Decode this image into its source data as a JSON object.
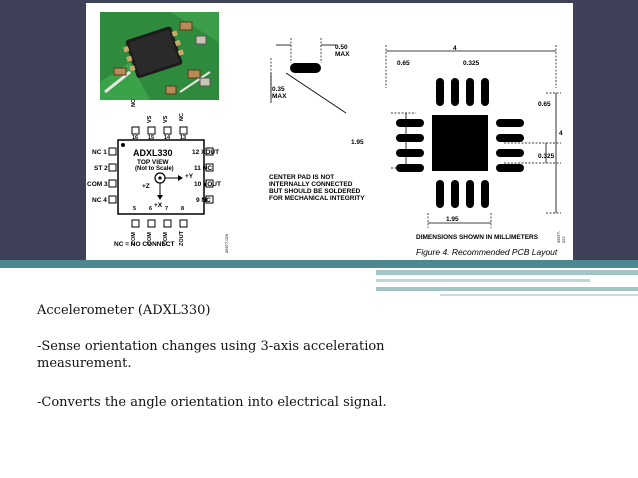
{
  "slide": {
    "title_line": "Accelerometer (ADXL330)",
    "bullet1": "-Sense orientation changes using 3-axis acceleration measurement.",
    "bullet2": "-Converts the angle orientation into electrical signal."
  },
  "figure": {
    "caption": "Figure 4. Recommended PCB Layout",
    "dimensions_note": "DIMENSIONS SHOWN IN MILLIMETERS",
    "center_pad_note": [
      "CENTER PAD IS NOT",
      "INTERNALLY CONNECTED",
      "BUT SHOULD BE SOLDERED",
      "FOR MECHANICAL INTEGRITY"
    ],
    "pinout": {
      "part": "ADXL330",
      "view": "TOP VIEW",
      "scale": "(Not to Scale)",
      "nc_note": "NC = NO CONNECT",
      "left_pins": [
        "NC 1",
        "ST 2",
        "COM 3",
        "NC 4"
      ],
      "right_pins": [
        "12 XOUT",
        "11 NC",
        "10 YOUT",
        "9 NC"
      ],
      "top_pins": [
        "NC",
        "VS",
        "VS",
        "NC"
      ],
      "top_nums": [
        "16",
        "15",
        "14",
        "13"
      ],
      "bottom_pins": [
        "COM",
        "COM",
        "COM",
        "ZOUT"
      ],
      "bottom_nums": [
        "5",
        "6",
        "7",
        "8"
      ],
      "axes": [
        "+Y",
        "+X",
        "+Z"
      ],
      "code": "05677-029"
    },
    "pcb": {
      "dims": [
        "0.50",
        "MAX",
        "0.35",
        "MAX",
        "4",
        "0.65",
        "0.325",
        "0.65",
        "1.95",
        "4",
        "0.325",
        "1.95"
      ],
      "code": "05677-022"
    }
  }
}
